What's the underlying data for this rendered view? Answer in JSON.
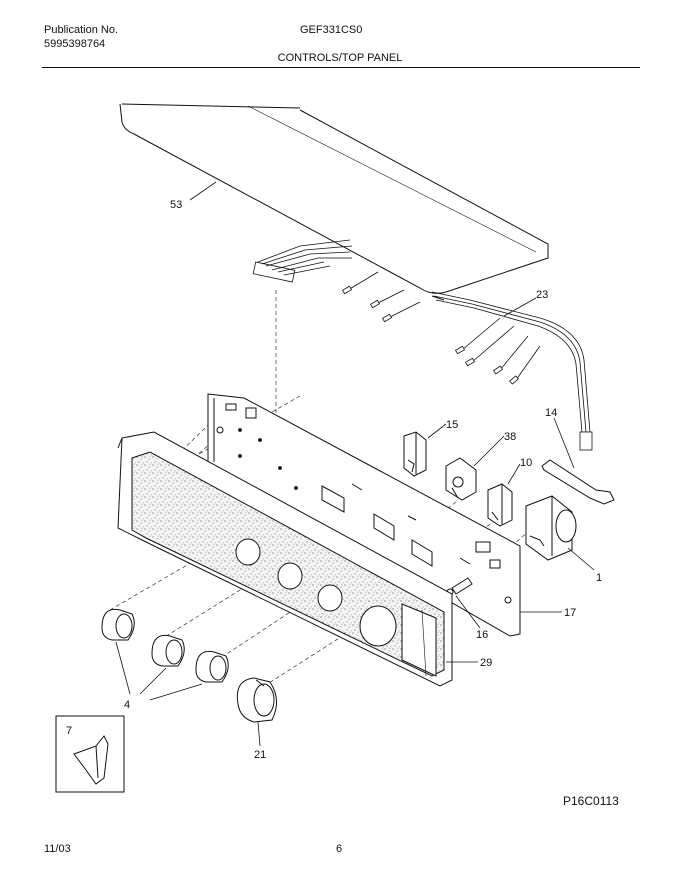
{
  "header": {
    "publication_label": "Publication No.",
    "publication_number": "5995398764",
    "model": "GEF331CS0",
    "section_title": "CONTROLS/TOP PANEL"
  },
  "callouts": {
    "c53": "53",
    "c23": "23",
    "c15": "15",
    "c38": "38",
    "c14": "14",
    "c10": "10",
    "c1": "1",
    "c17": "17",
    "c16": "16",
    "c29": "29",
    "c4": "4",
    "c7": "7",
    "c21": "21"
  },
  "figure_code": "P16C0113",
  "footer": {
    "date": "11/03",
    "page": "6"
  }
}
